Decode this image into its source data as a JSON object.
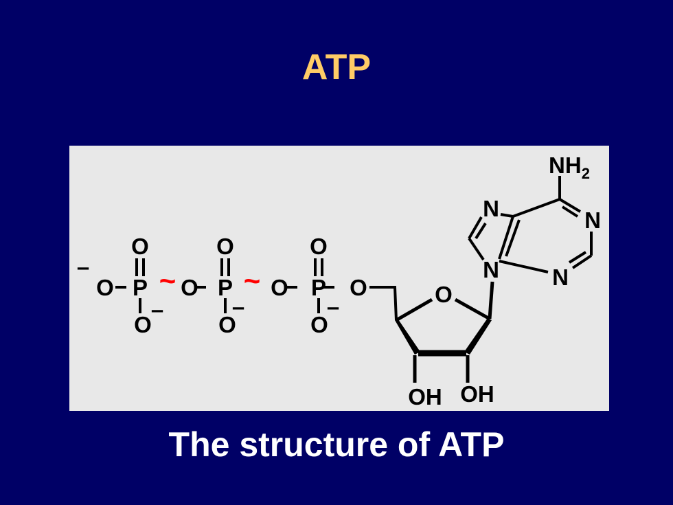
{
  "slide": {
    "title": "ATP",
    "caption": "The structure of ATP"
  },
  "colors": {
    "background": "#000066",
    "title": "#ffcc66",
    "caption": "#ffffff",
    "panel": "#e8e8e8",
    "bond": "#000000",
    "high_energy_bond": "#ff0000"
  },
  "molecule": {
    "phosphate_chain": {
      "oxygen": "O",
      "phosphorus": "P",
      "charge": "–",
      "high_energy_bond": "~"
    },
    "ribose": {
      "ring_oxygen": "O",
      "hydroxyl_left": "OH",
      "hydroxyl_right": "OH"
    },
    "adenine": {
      "amine": "NH",
      "amine_subscript": "2",
      "nitrogen": "N"
    }
  }
}
